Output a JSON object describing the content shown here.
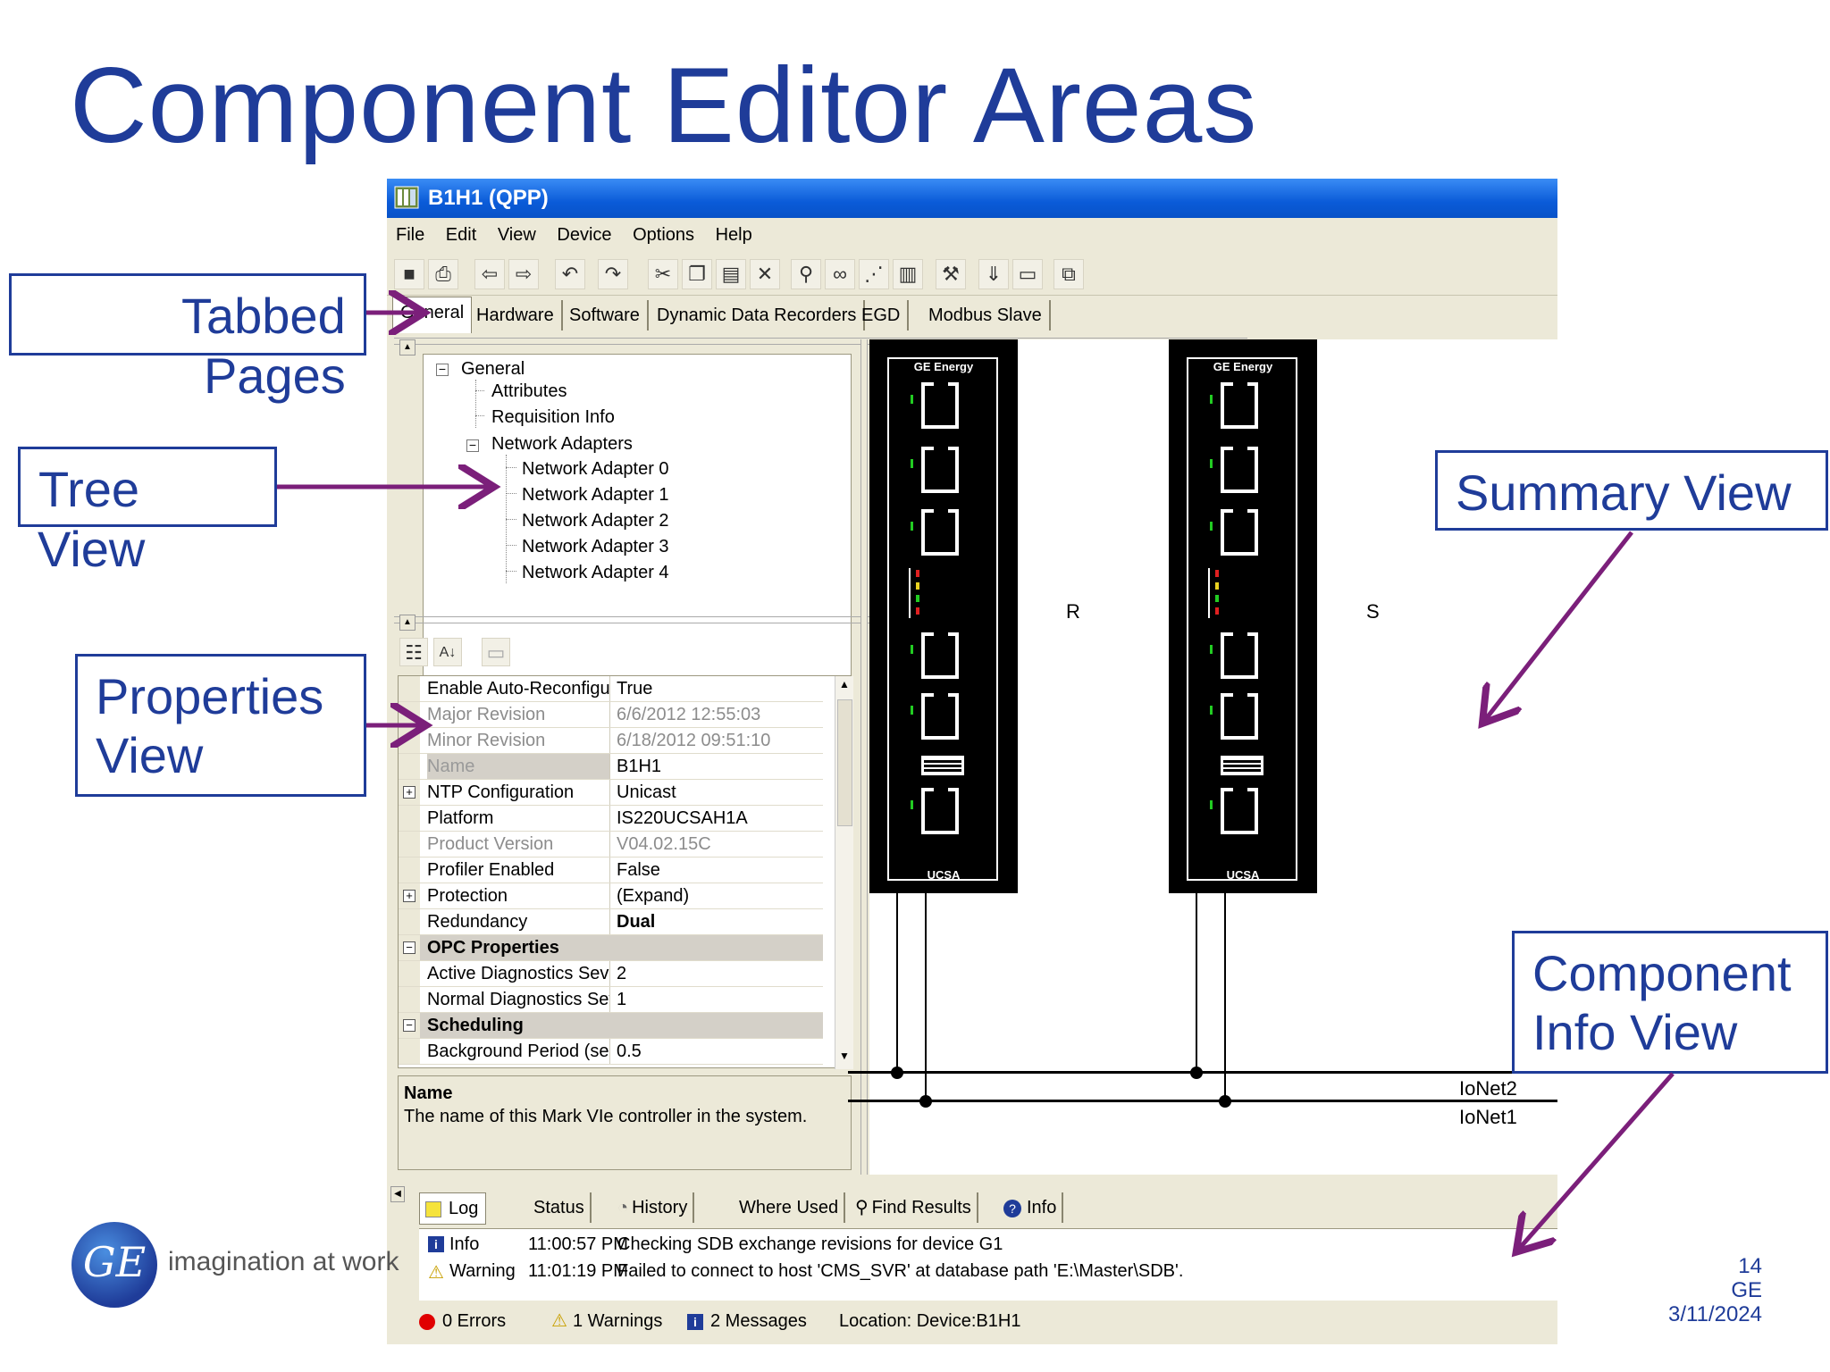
{
  "slide": {
    "title": "Component Editor Areas",
    "callouts": {
      "tabbed_pages": [
        "Tabbed",
        "Pages"
      ],
      "tree_view": [
        "Tree",
        "View"
      ],
      "properties_view": [
        "Properties",
        "View"
      ],
      "summary_view": [
        "Summary View"
      ],
      "component_info_view": [
        "Component",
        "Info View"
      ]
    },
    "tagline": "imagination at work",
    "logo_text": "GE",
    "page_number": "14",
    "company": "GE",
    "date": "3/11/2024"
  },
  "colors": {
    "accent": "#1f3c99",
    "arrow": "#7b1f7a",
    "titlebar": "#0a5bd8"
  },
  "app": {
    "window_title": "B1H1 (QPP)",
    "menu": [
      "File",
      "Edit",
      "View",
      "Device",
      "Options",
      "Help"
    ],
    "toolbar_icons": [
      "save-icon",
      "print-icon",
      "back-icon",
      "forward-icon",
      "undo-icon",
      "redo-icon",
      "cut-icon",
      "copy-icon",
      "paste-icon",
      "delete-icon",
      "find-icon",
      "watch-icon",
      "trend-icon",
      "chart-icon",
      "build-icon",
      "download-icon",
      "online-icon",
      "compare-icon"
    ],
    "tabs": [
      "General",
      "Hardware",
      "Software",
      "Dynamic Data Recorders",
      "EGD",
      "Modbus Slave"
    ],
    "tree": {
      "root": "General",
      "children": [
        "Attributes",
        "Requisition Info"
      ],
      "adapters_label": "Network Adapters",
      "adapters": [
        "Network Adapter 0",
        "Network Adapter 1",
        "Network Adapter 2",
        "Network Adapter 3",
        "Network Adapter 4"
      ]
    },
    "properties": [
      {
        "key": "Enable Auto-Reconfigura",
        "value": "True"
      },
      {
        "key": "Major Revision",
        "value": "6/6/2012 12:55:03"
      },
      {
        "key": "Minor Revision",
        "value": "6/18/2012 09:51:10"
      },
      {
        "key": "Name",
        "value": "B1H1"
      },
      {
        "key": "NTP Configuration",
        "value": "Unicast"
      },
      {
        "key": "Platform",
        "value": "IS220UCSAH1A"
      },
      {
        "key": "Product Version",
        "value": "V04.02.15C"
      },
      {
        "key": "Profiler Enabled",
        "value": "False"
      },
      {
        "key": "Protection",
        "value": "(Expand)"
      },
      {
        "key": "Redundancy",
        "value": "Dual"
      },
      {
        "key": "OPC Properties",
        "value": ""
      },
      {
        "key": "Active Diagnostics Seve",
        "value": "2"
      },
      {
        "key": "Normal Diagnostics Seve",
        "value": "1"
      },
      {
        "key": "Scheduling",
        "value": ""
      },
      {
        "key": "Background Period (sec)",
        "value": "0.5"
      }
    ],
    "description": {
      "title": "Name",
      "text": "The name of this Mark VIe controller in the system."
    },
    "summary": {
      "device_brand": "GE Energy",
      "device_model": "UCSA",
      "label_r": "R",
      "label_s": "S",
      "net2": "IoNet2",
      "net1": "IoNet1"
    },
    "bottom_tabs": [
      "Log",
      "Status",
      "History",
      "Where Used",
      "Find Results",
      "Info"
    ],
    "log": [
      {
        "type": "Info",
        "time": "11:00:57 PM",
        "message": "Checking SDB exchange revisions for device G1"
      },
      {
        "type": "Warning",
        "time": "11:01:19 PM",
        "message": "Failed to connect to host 'CMS_SVR' at database path 'E:\\Master\\SDB'."
      }
    ],
    "status": {
      "errors": "0 Errors",
      "warnings": "1 Warnings",
      "messages": "2 Messages",
      "location": "Location: Device:B1H1"
    }
  }
}
